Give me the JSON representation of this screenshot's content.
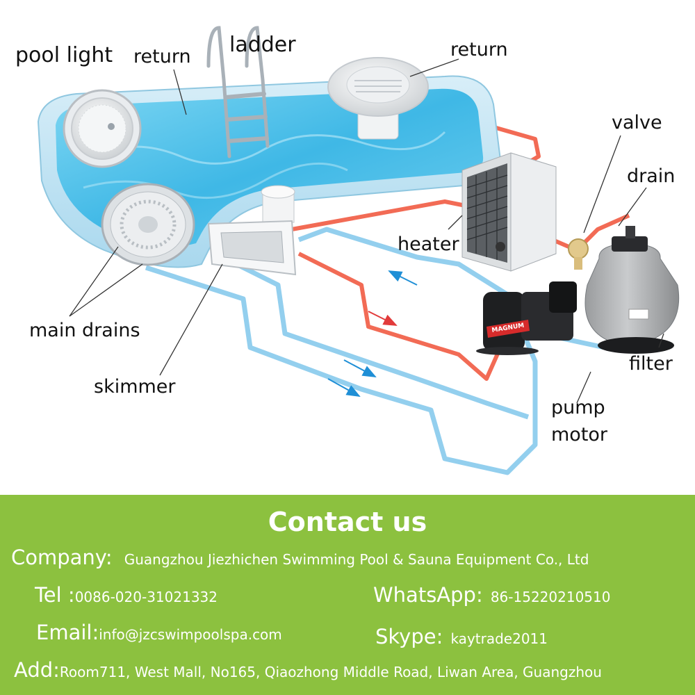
{
  "diagram": {
    "labels": {
      "pool_light": "pool light",
      "return_left": "return",
      "ladder": "ladder",
      "return_right": "return",
      "valve": "valve",
      "drain": "drain",
      "heater": "heater",
      "main_drains": "main drains",
      "skimmer": "skimmer",
      "filter": "filter",
      "pump_line1": "pump",
      "pump_line2": "motor",
      "pump_brand": "MAGNUM"
    },
    "colors": {
      "hot_pipe": "#f26b55",
      "cold_pipe": "#93cfee",
      "pool_water": "#4cc2ea",
      "pool_rim": "#bfe4f4",
      "flow_arrow_blue": "#1f8fd6",
      "flow_arrow_red": "#e23b3b"
    }
  },
  "contact": {
    "title": "Contact us",
    "company_label": "Company:",
    "company_value": "Guangzhou Jiezhichen Swimming Pool & Sauna Equipment Co., Ltd",
    "tel_label": "Tel :",
    "tel_value": "0086-020-31021332",
    "whatsapp_label": "WhatsApp:",
    "whatsapp_value": "86-15220210510",
    "email_label": "Email:",
    "email_value": "info@jzcswimpoolspa.com",
    "skype_label": "Skype:",
    "skype_value": "kaytrade2011",
    "address_label": "Add:",
    "address_value": "Room711, West Mall, No165, Qiaozhong Middle Road, Liwan Area, Guangzhou",
    "background_color": "#8cc13f"
  }
}
